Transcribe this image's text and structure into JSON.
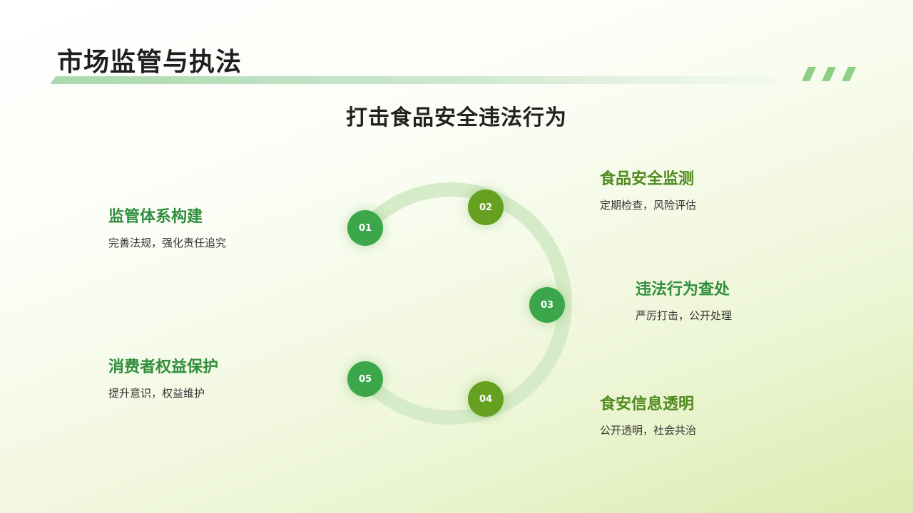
{
  "page": {
    "title": "市场监管与执法"
  },
  "diagram": {
    "subtitle": "打击食品安全违法行为",
    "colors": {
      "green": "#3ba74a",
      "olive": "#66a021",
      "ring": "#d6ebc8"
    },
    "steps": [
      {
        "num": "01",
        "title": "监管体系构建",
        "desc": "完善法规，强化责任追究"
      },
      {
        "num": "02",
        "title": "食品安全监测",
        "desc": "定期检查，风险评估"
      },
      {
        "num": "03",
        "title": "违法行为查处",
        "desc": "严厉打击，公开处理"
      },
      {
        "num": "04",
        "title": "食安信息透明",
        "desc": "公开透明，社会共治"
      },
      {
        "num": "05",
        "title": "消费者权益保护",
        "desc": "提升意识，权益维护"
      }
    ]
  }
}
